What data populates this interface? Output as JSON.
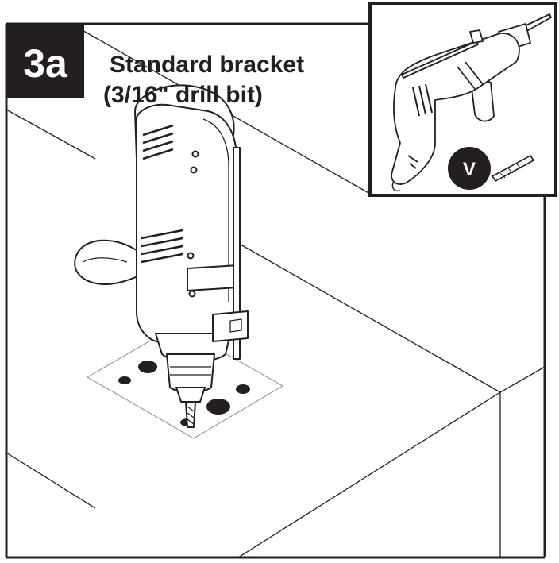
{
  "step": {
    "number": "3a"
  },
  "title": {
    "line1": "Standard bracket",
    "line2": "(3/16\" drill bit)"
  },
  "inset": {
    "callout_label": "V"
  },
  "colors": {
    "ink": "#231f20",
    "paper": "#ffffff",
    "template_line": "#9d9d9d"
  },
  "icons": {
    "drill_main": "hammer-drill-with-depth-gauge",
    "drill_inset": "hammer-drill-with-side-handle",
    "bit_inset": "drill-bit"
  }
}
